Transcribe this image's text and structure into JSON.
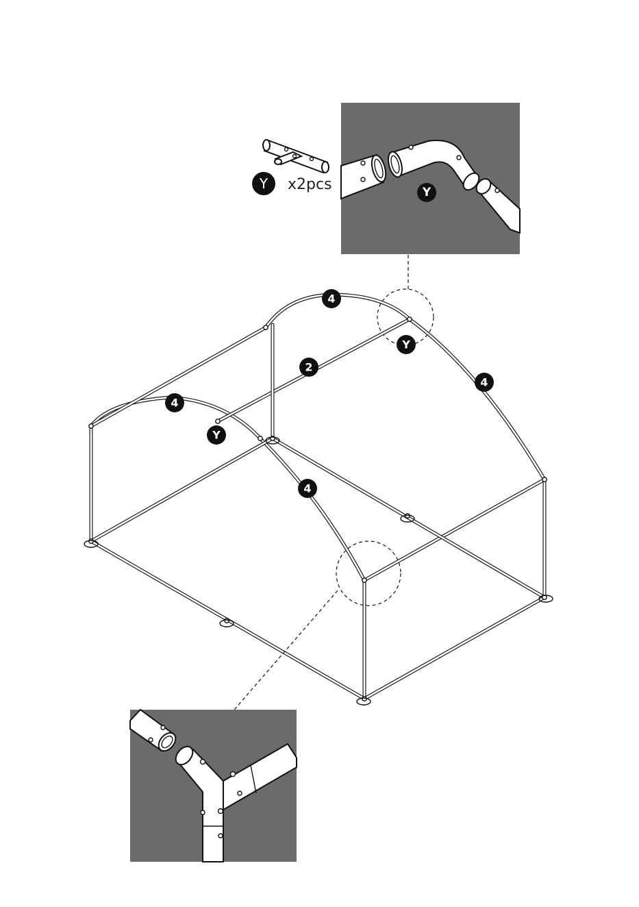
{
  "colors": {
    "background": "#ffffff",
    "detail_panel": "#6b6b6d",
    "badge_fill": "#111111",
    "badge_text": "#ffffff",
    "line": "#1a1a1a"
  },
  "connector_legend": {
    "badge_letter": "Y",
    "quantity": "x2pcs"
  },
  "top_detail": {
    "badge_letter": "Y"
  },
  "frame_labels": {
    "arch_top_back": "4",
    "arch_right_back": "4",
    "arch_front_left": "4",
    "arch_front_right": "4",
    "ridge_bar": "2",
    "connector_back": "Y",
    "connector_front": "Y"
  }
}
